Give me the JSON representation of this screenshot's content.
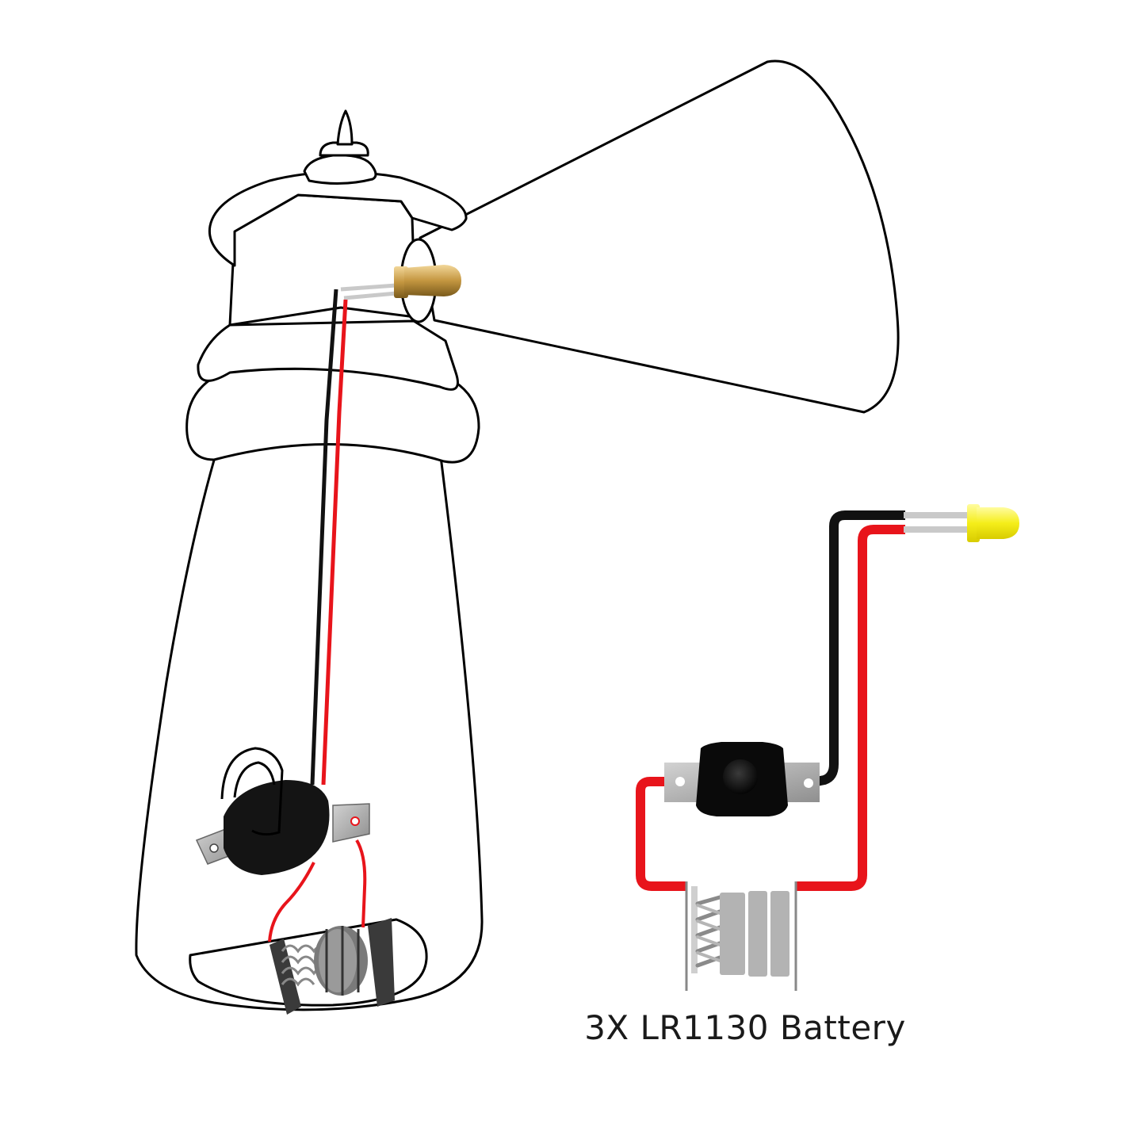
{
  "caption": "3X LR1130 Battery",
  "colors": {
    "outline": "#000000",
    "wire_positive": "#e8141b",
    "wire_negative": "#111111",
    "led_lead": "#c9c9c9",
    "led_yellow": "#f5ee1a",
    "led_brass": "#b8892f",
    "switch_body": "#111111",
    "switch_plate": "#a8a8a8",
    "battery_metal": "#b3b3b3"
  },
  "icons": [
    "lighthouse-outline",
    "light-beam-cone",
    "brass-led",
    "push-switch",
    "battery-holder",
    "yellow-led"
  ]
}
